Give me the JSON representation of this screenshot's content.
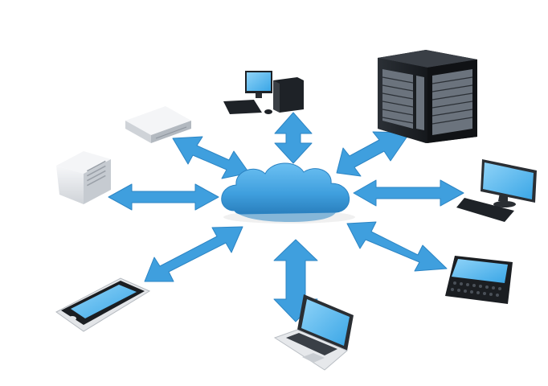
{
  "colors": {
    "arrow": "#3f9fde",
    "arrow_edge": "#2d85c4",
    "cloud": "#45a6e4",
    "cloud_shade": "#2e86c4",
    "screen": "#5ab9f0",
    "device_dark": "#1e2227",
    "device_light": "#e9ebee",
    "background": "#ffffff"
  },
  "diagram": {
    "center": {
      "name": "cloud",
      "icon": "cloud-icon"
    },
    "nodes": [
      {
        "name": "desktop-computer",
        "icon": "desktop-computer-icon"
      },
      {
        "name": "server-rack",
        "icon": "server-rack-icon"
      },
      {
        "name": "monitor-keyboard",
        "icon": "monitor-icon"
      },
      {
        "name": "smartphone-qwerty",
        "icon": "qwerty-phone-icon"
      },
      {
        "name": "laptop",
        "icon": "laptop-icon"
      },
      {
        "name": "smartphone",
        "icon": "smartphone-icon"
      },
      {
        "name": "tower-server",
        "icon": "tower-server-icon"
      },
      {
        "name": "network-storage",
        "icon": "storage-device-icon"
      }
    ],
    "connections": [
      {
        "from": "cloud",
        "to": "desktop-computer",
        "direction": "bidirectional"
      },
      {
        "from": "cloud",
        "to": "server-rack",
        "direction": "bidirectional"
      },
      {
        "from": "cloud",
        "to": "monitor-keyboard",
        "direction": "bidirectional"
      },
      {
        "from": "cloud",
        "to": "smartphone-qwerty",
        "direction": "bidirectional"
      },
      {
        "from": "cloud",
        "to": "laptop",
        "direction": "bidirectional"
      },
      {
        "from": "cloud",
        "to": "smartphone",
        "direction": "bidirectional"
      },
      {
        "from": "cloud",
        "to": "tower-server",
        "direction": "bidirectional"
      },
      {
        "from": "cloud",
        "to": "network-storage",
        "direction": "bidirectional"
      }
    ]
  }
}
